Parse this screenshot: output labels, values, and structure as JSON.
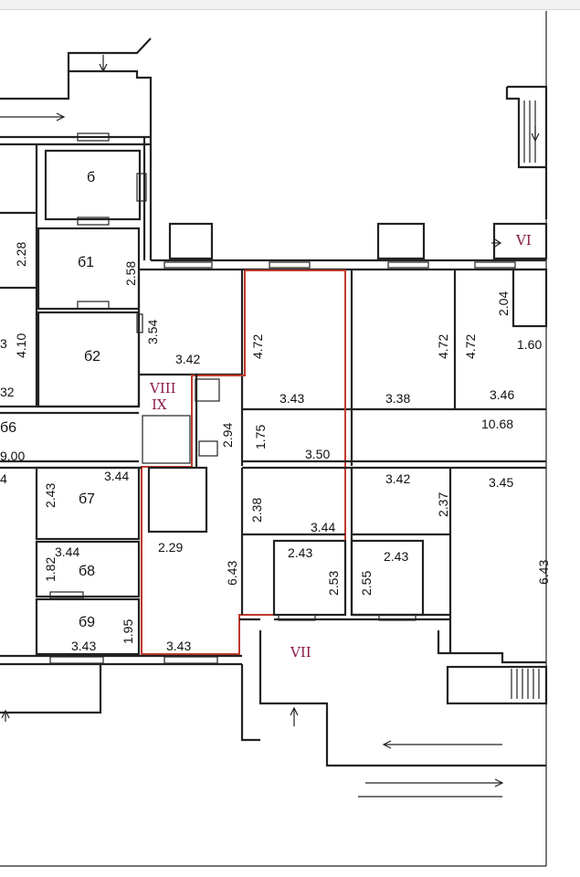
{
  "colors": {
    "walls": "#222222",
    "highlight": "#c0392b",
    "roman": "#8a1a4a"
  },
  "room_labels": {
    "r6": "б",
    "r61": "б1",
    "r62": "б2",
    "r66": "б6",
    "r67": "б7",
    "r68": "б8",
    "r69": "б9"
  },
  "roman_labels": {
    "vi": "VI",
    "vii": "VII",
    "viii": "VIII",
    "ix": "IX"
  },
  "dims": {
    "d228": "2.28",
    "d410": "4.10",
    "d258": "2.58",
    "d354": "3.54",
    "d342a": "3.42",
    "d472a": "4.72",
    "d343a": "3.43",
    "d338": "3.38",
    "d472b": "4.72",
    "d472c": "4.72",
    "d346": "3.46",
    "d204": "2.04",
    "d160": "1.60",
    "d1068": "10.68",
    "d294": "2.94",
    "d175": "1.75",
    "d350": "3.50",
    "d243a": "2.43",
    "d344a": "3.44",
    "d238": "2.38",
    "d344b": "3.44",
    "d342b": "3.42",
    "d237": "2.37",
    "d345": "3.45",
    "d229": "2.29",
    "d643a": "6.43",
    "d243b": "2.43",
    "d253": "2.53",
    "d255": "2.55",
    "d243c": "2.43",
    "d643b": "6.43",
    "d344c": "3.44",
    "d182": "1.82",
    "d195": "1.95",
    "d343b": "3.43",
    "d343c": "3.43",
    "d900": "9.00",
    "d3cut": "3",
    "d32cut": "32",
    "d4cut": "4"
  }
}
